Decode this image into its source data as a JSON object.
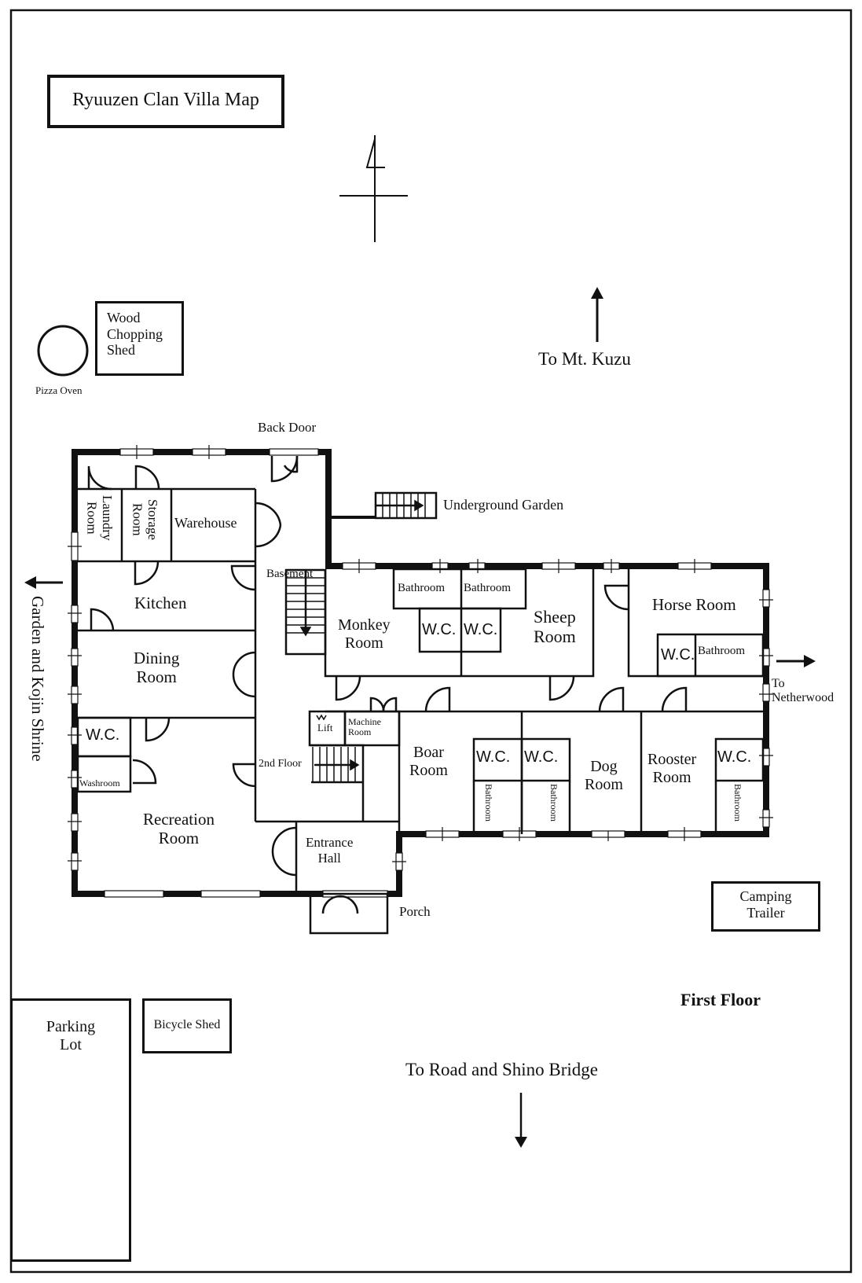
{
  "title": "Ryuuzen Clan Villa Map",
  "floor_label": "First Floor",
  "colors": {
    "ink": "#111111",
    "background": "#ffffff"
  },
  "directions": {
    "north": "To Mt. Kuzu",
    "south": "To Road and Shino Bridge",
    "west": "Garden and Kojin Shrine",
    "east_line1": "To",
    "east_line2": "Netherwood"
  },
  "outbuildings": {
    "pizza_oven": "Pizza Oven",
    "wood_shed": [
      "Wood",
      "Chopping",
      "Shed"
    ],
    "parking": [
      "Parking",
      "Lot"
    ],
    "bicycle_shed": "Bicycle Shed",
    "camping_trailer": [
      "Camping",
      "Trailer"
    ]
  },
  "rooms": {
    "back_door": "Back Door",
    "underground_garden": "Underground Garden",
    "laundry": [
      "Laundry",
      "Room"
    ],
    "storage": [
      "Storage",
      "Room"
    ],
    "warehouse": "Warehouse",
    "basement": "Basement",
    "kitchen": "Kitchen",
    "dining": [
      "Dining",
      "Room"
    ],
    "wc": "W.C.",
    "washroom": "Washroom",
    "recreation": [
      "Recreation",
      "Room"
    ],
    "second_floor": "2nd Floor",
    "lift": "Lift",
    "machine": [
      "Machine",
      "Room"
    ],
    "entrance": [
      "Entrance",
      "Hall"
    ],
    "porch": "Porch",
    "bathroom": "Bathroom",
    "monkey": [
      "Monkey",
      "Room"
    ],
    "sheep": [
      "Sheep",
      "Room"
    ],
    "horse": "Horse Room",
    "boar": [
      "Boar",
      "Room"
    ],
    "dog": [
      "Dog",
      "Room"
    ],
    "rooster": [
      "Rooster",
      "Room"
    ]
  }
}
